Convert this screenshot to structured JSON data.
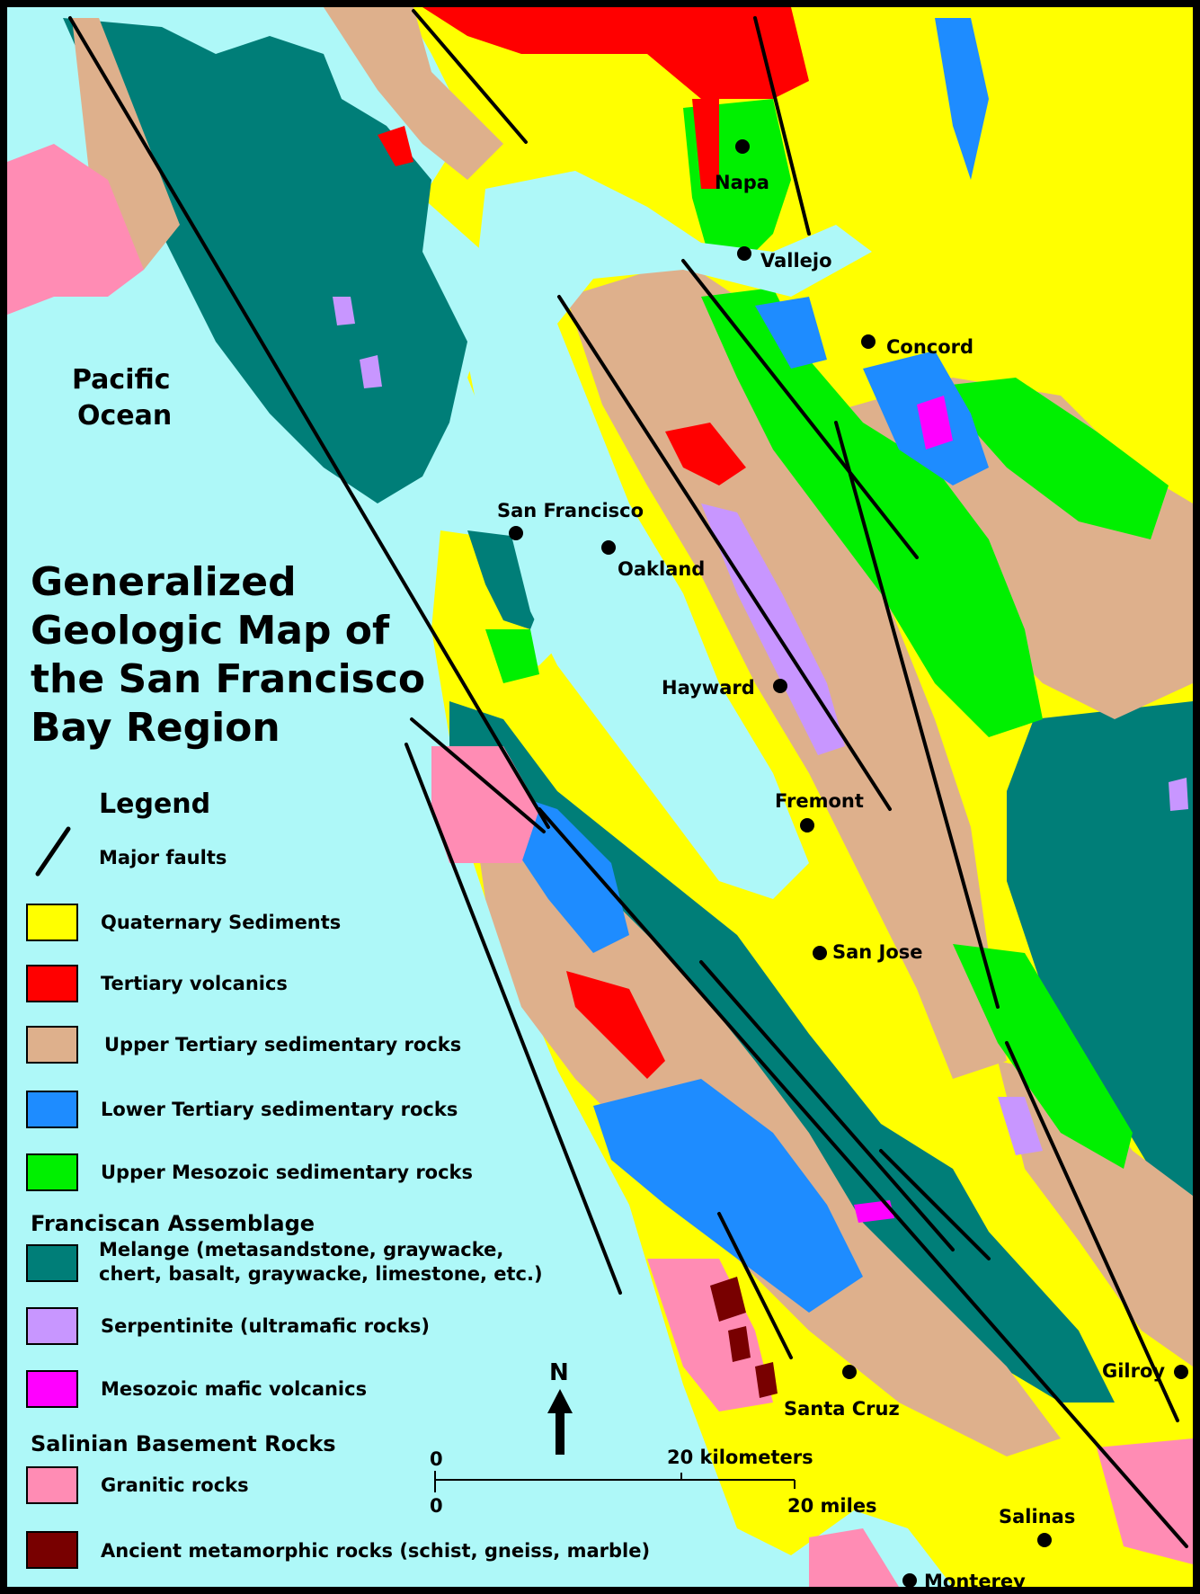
{
  "map": {
    "title_lines": [
      "Generalized",
      "Geologic Map of",
      "the San Francisco",
      "Bay Region"
    ],
    "ocean_label_lines": [
      "Pacific",
      "Ocean"
    ],
    "north_label": "N",
    "cities": [
      {
        "id": "napa",
        "name": "Napa"
      },
      {
        "id": "vallejo",
        "name": "Vallejo"
      },
      {
        "id": "concord",
        "name": "Concord"
      },
      {
        "id": "san-francisco",
        "name": "San Francisco"
      },
      {
        "id": "oakland",
        "name": "Oakland"
      },
      {
        "id": "hayward",
        "name": "Hayward"
      },
      {
        "id": "fremont",
        "name": "Fremont"
      },
      {
        "id": "san-jose",
        "name": "San Jose"
      },
      {
        "id": "gilroy",
        "name": "Gilroy"
      },
      {
        "id": "santa-cruz",
        "name": "Santa Cruz"
      },
      {
        "id": "salinas",
        "name": "Salinas"
      },
      {
        "id": "monterey",
        "name": "Monterey"
      }
    ],
    "scale_bar": {
      "km_start": "0",
      "km_end": "20 kilometers",
      "mi_start": "0",
      "mi_end": "20 miles"
    },
    "legend": {
      "heading": "Legend",
      "faults_label": "Major faults",
      "items": [
        {
          "label": "Quaternary Sediments",
          "color": "#ffff00"
        },
        {
          "label": "Tertiary volcanics",
          "color": "#ff0000"
        },
        {
          "label": "Upper Tertiary sedimentary rocks",
          "color": "#deb08c"
        },
        {
          "label": "Lower Tertiary sedimentary rocks",
          "color": "#1e8cff"
        },
        {
          "label": "Upper Mesozoic sedimentary rocks",
          "color": "#00f000"
        }
      ],
      "franciscan": {
        "heading": "Franciscan Assemblage",
        "items": [
          {
            "label_lines": [
              "Melange (metasandstone, graywacke,",
              "chert, basalt, graywacke, limestone, etc.)"
            ],
            "color": "#007e78"
          },
          {
            "label_lines": [
              "Serpentinite (ultramafic rocks)"
            ],
            "color": "#c896ff"
          },
          {
            "label_lines": [
              "Mesozoic mafic volcanics"
            ],
            "color": "#ff00ff"
          }
        ]
      },
      "salinian": {
        "heading": "Salinian Basement Rocks",
        "items": [
          {
            "label": "Granitic rocks",
            "color": "#ff8cb4"
          },
          {
            "label": "Ancient metamorphic rocks (schist, gneiss, marble)",
            "color": "#780000"
          }
        ]
      }
    },
    "colors": {
      "water": "#aef8f8",
      "fault": "#000000"
    }
  }
}
